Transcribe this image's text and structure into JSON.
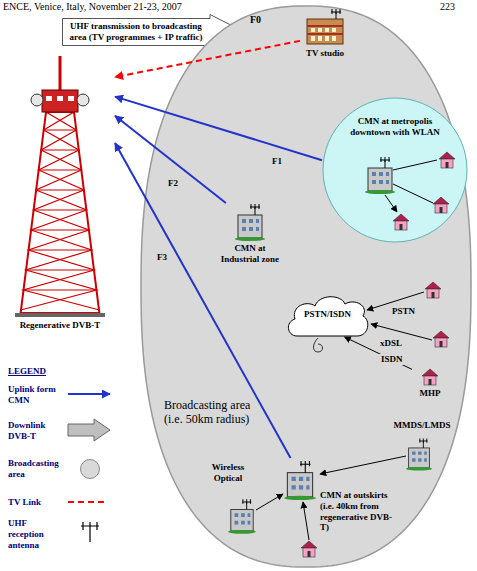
{
  "diagram": {
    "nodes": [
      {
        "text": [
          "UHF transmission to broadcasting area (TV programmes + IP traffic)"
        ]
      },
      {
        "text": [
          "Regenerative DVB-T"
        ]
      },
      {
        "text": [
          "Broadcasting area (i.e. 50km radius)"
        ]
      },
      {
        "text": [
          "TV studio"
        ],
        "in": 2
      },
      {
        "text": [
          "CMN at metropolis downtown with WLAN"
        ],
        "in": 2
      },
      {
        "text": [
          "CMN at Industrial zone"
        ],
        "in": 2
      },
      {
        "text": [
          "PSTN/ISDN"
        ],
        "in": 2
      },
      {
        "text": [
          "MHP"
        ],
        "in": 2
      },
      {
        "text": [
          "CMN at outskirts (i.e. 40km from regenerative DVB-T)"
        ],
        "in": 2
      }
    ],
    "edges": [
      {
        "from": 4,
        "to": 1,
        "label": "F1",
        "arrow": "to"
      },
      {
        "from": 5,
        "to": 1,
        "label": "F2",
        "arrow": "to"
      },
      {
        "from": 8,
        "to": 1,
        "label": "F3",
        "arrow": "to"
      },
      {
        "from": 3,
        "to": 1,
        "arrow": "to"
      },
      {
        "from": 7,
        "to": 6,
        "label": "ISDN",
        "arrow": "to"
      }
    ],
    "labels": [
      "ENCE, Venice, Italy, November 21-23, 2007",
      "223",
      "F0",
      "PSTN",
      "xDSL",
      "Wireless Optical",
      "MMDS/LMDS",
      "LEGEND"
    ],
    "legend": [
      {
        "text": "Uplink form CMN"
      },
      {
        "text": "Downlink DVB-T"
      },
      {
        "text": "Broadcasting area",
        "color": "#d9d9d9"
      },
      {
        "text": "TV Link"
      },
      {
        "text": "UHF reception antenna"
      }
    ]
  }
}
